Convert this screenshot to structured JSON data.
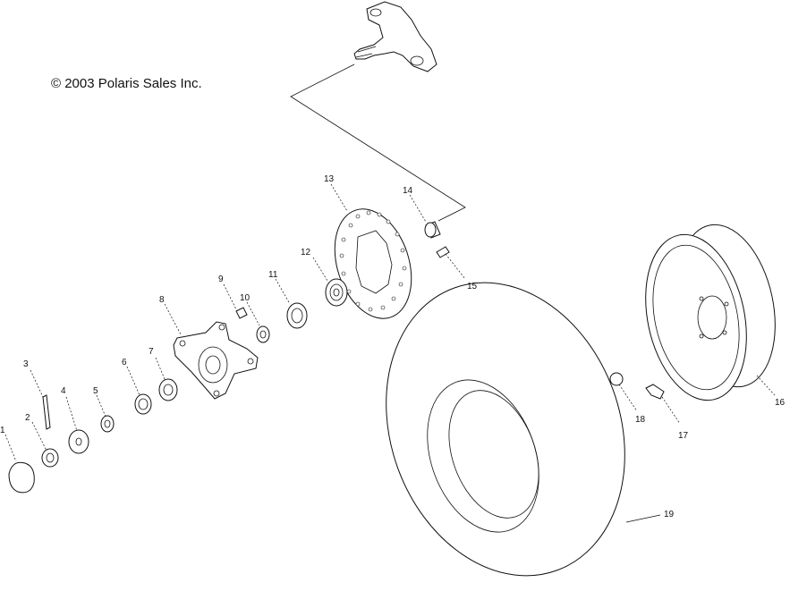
{
  "copyright": "© 2003 Polaris Sales Inc.",
  "callouts": [
    "1",
    "2",
    "3",
    "4",
    "5",
    "6",
    "7",
    "8",
    "9",
    "10",
    "11",
    "12",
    "13",
    "14",
    "15",
    "16",
    "17",
    "18",
    "19"
  ]
}
